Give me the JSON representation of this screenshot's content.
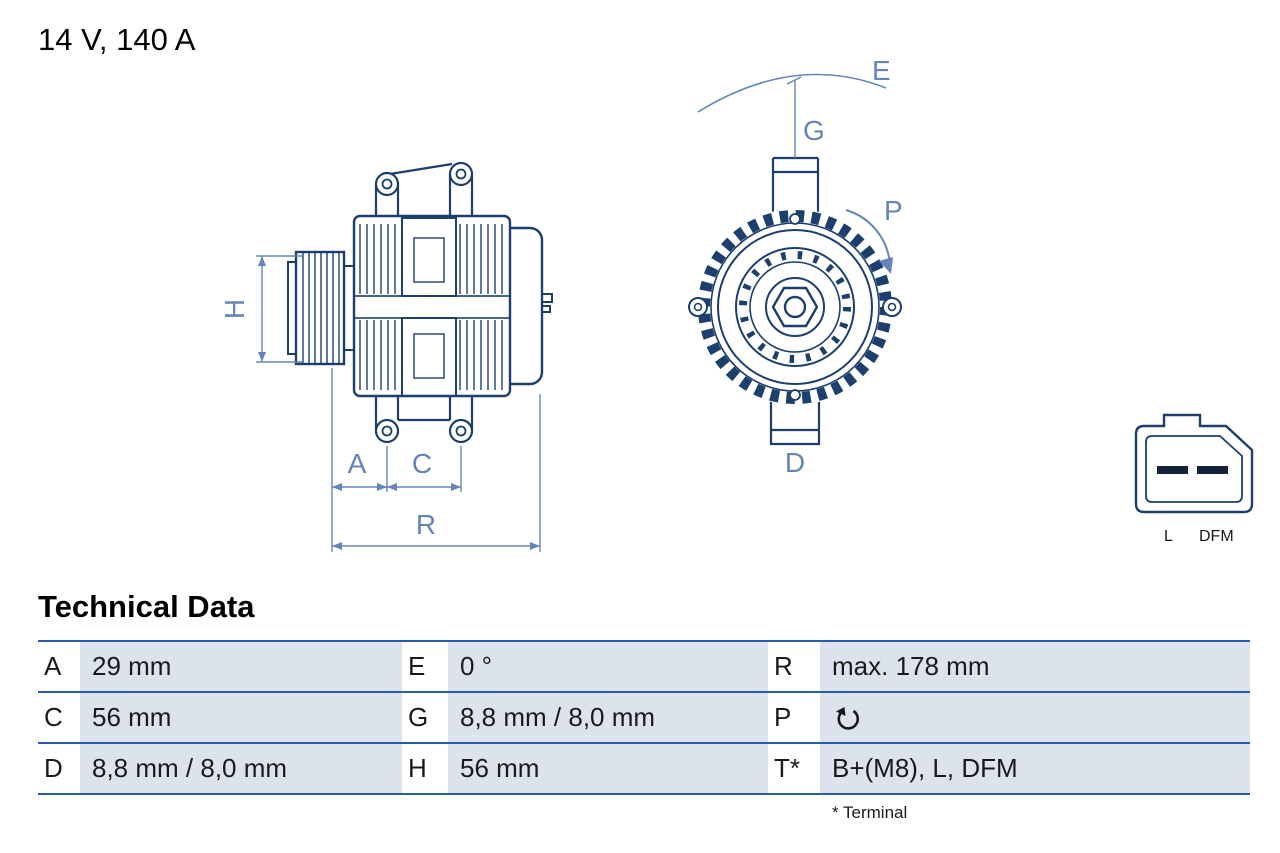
{
  "title": "14 V, 140 A",
  "drawing": {
    "labels": {
      "H": "H",
      "A": "A",
      "C": "C",
      "R": "R",
      "E": "E",
      "G": "G",
      "P": "P",
      "D": "D"
    },
    "connector_labels": {
      "left": "L",
      "right": "DFM"
    }
  },
  "technical_data": {
    "heading": "Technical Data",
    "footnote": "* Terminal",
    "rows": [
      {
        "cells": [
          {
            "key": "A",
            "value": "29 mm"
          },
          {
            "key": "E",
            "value": "0 °"
          },
          {
            "key": "R",
            "value": "max. 178 mm"
          }
        ]
      },
      {
        "cells": [
          {
            "key": "C",
            "value": "56 mm"
          },
          {
            "key": "G",
            "value": "8,8 mm / 8,0 mm"
          },
          {
            "key": "P",
            "value": "",
            "icon": "rotation-direction-icon"
          }
        ]
      },
      {
        "cells": [
          {
            "key": "D",
            "value": "8,8 mm / 8,0 mm"
          },
          {
            "key": "H",
            "value": "56 mm"
          },
          {
            "key": "T*",
            "value": "B+(M8), L, DFM"
          }
        ]
      }
    ]
  },
  "colors": {
    "drawing_outline": "#1c3f6e",
    "dimension": "#6485b8",
    "table_border": "#2a5cad",
    "cell_bg": "#dce3ed",
    "text": "#1a1a1a"
  }
}
